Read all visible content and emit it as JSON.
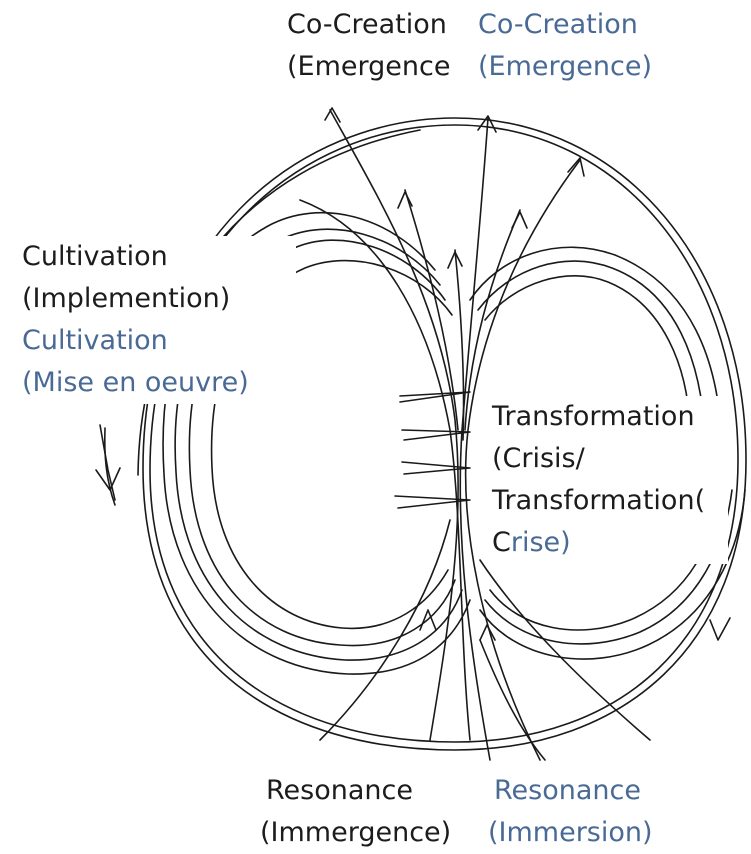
{
  "diagram": {
    "top": {
      "en": {
        "line1": "Co-Creation",
        "line2": "(Emergence"
      },
      "fr": {
        "line1": "Co-Creation",
        "line2": "(Emergence)"
      }
    },
    "left": {
      "en": {
        "line1": "Cultivation",
        "line2": "(Implemention)"
      },
      "fr": {
        "line1": "Cultivation",
        "line2": "(Mise en oeuvre)"
      }
    },
    "right": {
      "en": {
        "line1": "Transformation",
        "line2": "(Crisis/",
        "line3": "Transformation("
      },
      "mixed": {
        "en_part": "C",
        "fr_part": "rise)"
      }
    },
    "bottom": {
      "en": {
        "line1": "Resonance",
        "line2": "(Immergence)"
      },
      "fr": {
        "line1": "Resonance",
        "line2": "(Immersion)"
      }
    },
    "colors": {
      "english": "#1c1c1c",
      "french": "#4a6a96",
      "stroke": "#1a1a1a"
    }
  }
}
